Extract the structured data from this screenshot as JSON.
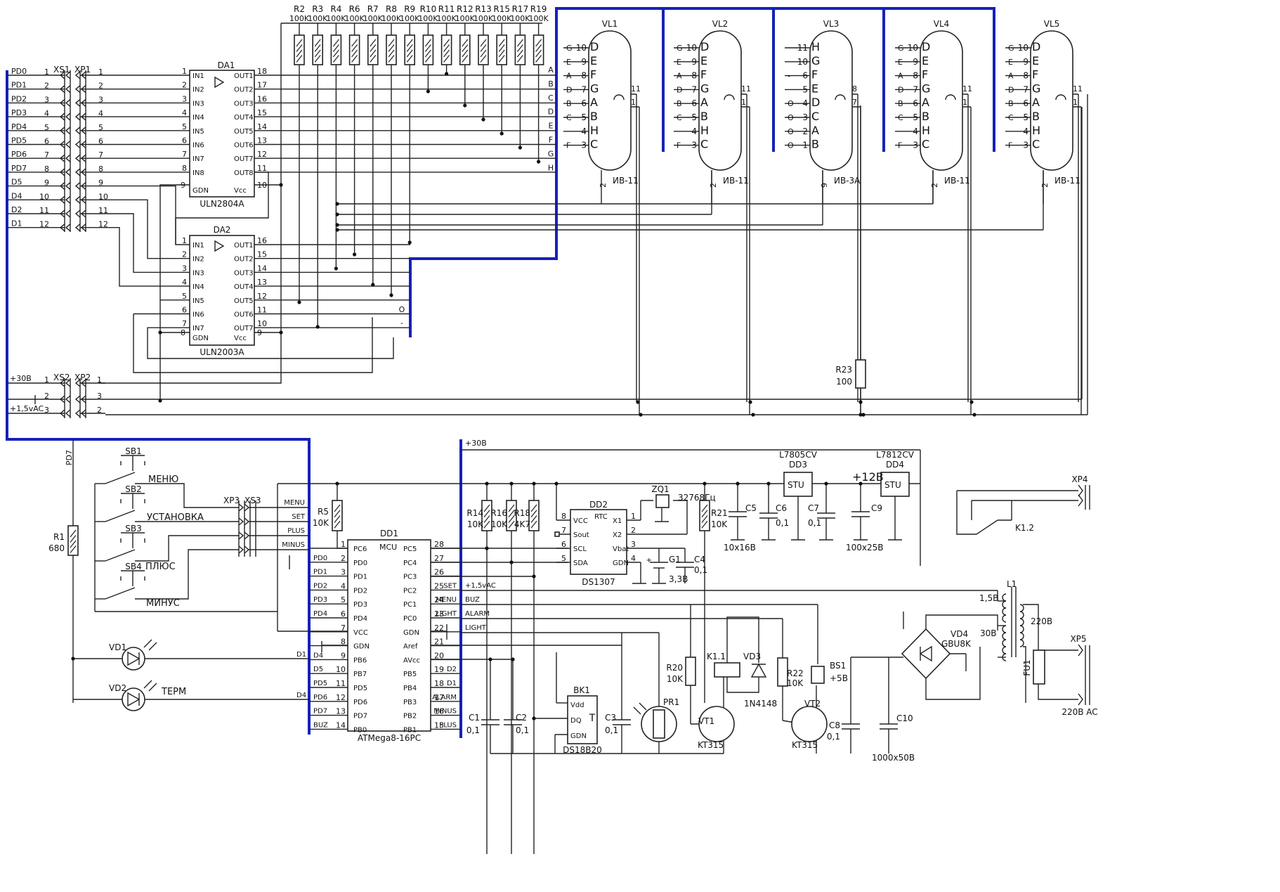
{
  "connectors": {
    "xs1": "XS1",
    "xp1": "XP1",
    "xs2": "XS2",
    "xp2": "XP2",
    "xp3": "XP3",
    "xs3": "XS3",
    "xp4": "XP4",
    "xp5": "XP5"
  },
  "top_signals": [
    "PD0",
    "PD1",
    "PD2",
    "PD3",
    "PD4",
    "PD5",
    "PD6",
    "PD7",
    "D5",
    "D4",
    "D2",
    "D1"
  ],
  "top_pins": [
    "1",
    "2",
    "3",
    "4",
    "5",
    "6",
    "7",
    "8",
    "9",
    "10",
    "11",
    "12"
  ],
  "power_left": [
    "+30В",
    "",
    "+1,5vAC"
  ],
  "power_pins_xs2": [
    "1",
    "2",
    "3"
  ],
  "power_pins_xp2": [
    "1",
    "3",
    "2"
  ],
  "da1": {
    "ref": "DA1",
    "part": "ULN2804A",
    "in_pins": [
      "IN1",
      "IN2",
      "IN3",
      "IN4",
      "IN5",
      "IN6",
      "IN7",
      "IN8"
    ],
    "in_nums": [
      "1",
      "2",
      "3",
      "4",
      "5",
      "6",
      "7",
      "8"
    ],
    "out_pins": [
      "OUT1",
      "OUT2",
      "OUT3",
      "OUT4",
      "OUT5",
      "OUT6",
      "OUT7",
      "OUT8"
    ],
    "out_nums": [
      "18",
      "17",
      "16",
      "15",
      "14",
      "13",
      "12",
      "11"
    ],
    "gnd": "GDN",
    "gnd_num": "9",
    "vcc": "Vcc",
    "vcc_num": "10"
  },
  "da2": {
    "ref": "DA2",
    "part": "ULN2003A",
    "in_pins": [
      "IN1",
      "IN2",
      "IN3",
      "IN4",
      "IN5",
      "IN6",
      "IN7"
    ],
    "in_nums": [
      "1",
      "2",
      "3",
      "4",
      "5",
      "6",
      "7"
    ],
    "out_pins": [
      "OUT1",
      "OUT2",
      "OUT3",
      "OUT4",
      "OUT5",
      "OUT6",
      "OUT7"
    ],
    "out_nums": [
      "16",
      "15",
      "14",
      "13",
      "12",
      "11",
      "10"
    ],
    "gnd": "GDN",
    "gnd_num": "8",
    "vcc": "Vcc",
    "vcc_num": "9"
  },
  "resistor_bank": {
    "refs": [
      "R2",
      "R3",
      "R4",
      "R6",
      "R7",
      "R8",
      "R9",
      "R10",
      "R11",
      "R12",
      "R13",
      "R15",
      "R17",
      "R19"
    ],
    "value": "100K"
  },
  "segment_labels": [
    "A",
    "B",
    "C",
    "D",
    "E",
    "F",
    "G",
    "H"
  ],
  "da2_out_labels": [
    "O",
    "-"
  ],
  "tubes": [
    {
      "ref": "VL1",
      "type": "ИВ-11",
      "pins": [
        [
          "G",
          "10",
          "D"
        ],
        [
          "E",
          "9",
          "E"
        ],
        [
          "A",
          "8",
          "F"
        ],
        [
          "D",
          "7",
          "G"
        ],
        [
          "B",
          "6",
          "A"
        ],
        [
          "C",
          "5",
          "B"
        ],
        [
          "",
          "4",
          "H"
        ],
        [
          "F",
          "3",
          "C"
        ]
      ],
      "grid": "11",
      "cathode": "1",
      "heater": "2"
    },
    {
      "ref": "VL2",
      "type": "ИВ-11",
      "pins": [
        [
          "G",
          "10",
          "D"
        ],
        [
          "E",
          "9",
          "E"
        ],
        [
          "A",
          "8",
          "F"
        ],
        [
          "D",
          "7",
          "G"
        ],
        [
          "B",
          "6",
          "A"
        ],
        [
          "C",
          "5",
          "B"
        ],
        [
          "",
          "4",
          "H"
        ],
        [
          "F",
          "3",
          "C"
        ]
      ],
      "grid": "11",
      "cathode": "1",
      "heater": "2"
    },
    {
      "ref": "VL3",
      "type": "ИВ-3А",
      "pins": [
        [
          "",
          "11",
          "H"
        ],
        [
          "",
          "10",
          "G"
        ],
        [
          "-",
          "6",
          "F"
        ],
        [
          "",
          "5",
          "E"
        ],
        [
          "O",
          "4",
          "D"
        ],
        [
          "O",
          "3",
          "C"
        ],
        [
          "O",
          "2",
          "A"
        ],
        [
          "O",
          "1",
          "B"
        ]
      ],
      "grid": "8",
      "cathode": "7",
      "heater": "9"
    },
    {
      "ref": "VL4",
      "type": "ИВ-11",
      "pins": [
        [
          "G",
          "10",
          "D"
        ],
        [
          "E",
          "9",
          "E"
        ],
        [
          "A",
          "8",
          "F"
        ],
        [
          "D",
          "7",
          "G"
        ],
        [
          "B",
          "6",
          "A"
        ],
        [
          "C",
          "5",
          "B"
        ],
        [
          "",
          "4",
          "H"
        ],
        [
          "F",
          "3",
          "C"
        ]
      ],
      "grid": "11",
      "cathode": "1",
      "heater": "2"
    },
    {
      "ref": "VL5",
      "type": "ИВ-11",
      "pins": [
        [
          "G",
          "10",
          "D"
        ],
        [
          "E",
          "9",
          "E"
        ],
        [
          "A",
          "8",
          "F"
        ],
        [
          "D",
          "7",
          "G"
        ],
        [
          "B",
          "6",
          "A"
        ],
        [
          "C",
          "5",
          "B"
        ],
        [
          "",
          "4",
          "H"
        ],
        [
          "F",
          "3",
          "C"
        ]
      ],
      "grid": "11",
      "cathode": "1",
      "heater": "2"
    }
  ],
  "r23": {
    "ref": "R23",
    "value": "100"
  },
  "r1": {
    "ref": "R1",
    "value": "680"
  },
  "pd7_label": "PD7",
  "buttons": [
    {
      "ref": "SB1",
      "label": "МЕНЮ"
    },
    {
      "ref": "SB2",
      "label": "УСТАНОВКА"
    },
    {
      "ref": "SB3",
      "label": "ПЛЮС"
    },
    {
      "ref": "SB4",
      "label": "МИНУС"
    }
  ],
  "xp3_signals": [
    "MENU",
    "SET",
    "PLUS",
    "MINUS"
  ],
  "leds": [
    {
      "ref": "VD1",
      "label": "",
      "net": "D1"
    },
    {
      "ref": "VD2",
      "label": "ТЕРМ",
      "net": "D4"
    }
  ],
  "r5": {
    "ref": "R5",
    "value": "10K"
  },
  "dd1": {
    "ref": "DD1",
    "part": "ATMega8-16PC",
    "core": "MCU",
    "left_pins": [
      [
        "PC6",
        ""
      ],
      [
        "PD0",
        "2"
      ],
      [
        "PD1",
        "3"
      ],
      [
        "PD2",
        "4"
      ],
      [
        "PD3",
        "5"
      ],
      [
        "PD4",
        "6"
      ],
      [
        "VCC",
        "7"
      ],
      [
        "GDN",
        "8"
      ],
      [
        "PB6",
        "9"
      ],
      [
        "PB7",
        "10"
      ],
      [
        "PD5",
        "11"
      ],
      [
        "PD6",
        "12"
      ],
      [
        "PD7",
        "13"
      ],
      [
        "PB0",
        "14"
      ]
    ],
    "left_first_num": "1",
    "right_pins": [
      [
        "PC5",
        "28"
      ],
      [
        "PC4",
        "27"
      ],
      [
        "PC3",
        "26"
      ],
      [
        "PC2",
        "25"
      ],
      [
        "PC1",
        "24"
      ],
      [
        "PC0",
        "23"
      ],
      [
        "GDN",
        "22"
      ],
      [
        "Aref",
        "21"
      ],
      [
        "AVcc",
        "20"
      ],
      [
        "PB5",
        "19"
      ],
      [
        "PB4",
        "18"
      ],
      [
        "PB3",
        "17"
      ],
      [
        "PB2",
        "16"
      ],
      [
        "PB1",
        "15"
      ]
    ],
    "left_nets": [
      "",
      "PD0",
      "PD1",
      "PD2",
      "PD3",
      "PD4",
      "",
      "",
      "D4",
      "D5",
      "PD5",
      "PD6",
      "PD7",
      "BUZ"
    ],
    "right_nets": [
      "",
      "",
      "",
      "SET",
      "MENU",
      "LIGHT",
      "",
      "",
      "",
      "D2",
      "D1",
      "ALARM",
      "MINUS",
      "PLUS"
    ]
  },
  "right_net_labels": [
    "+1,5vAC",
    "BUZ",
    "ALARM",
    "LIGHT"
  ],
  "rails": {
    "plus30": "+30В",
    "plus12": "+12В"
  },
  "r14": {
    "ref": "R14",
    "value": "10K"
  },
  "r16": {
    "ref": "R16",
    "value": "10K"
  },
  "r18": {
    "ref": "R18",
    "value": "4K7"
  },
  "dd2": {
    "ref": "DD2",
    "part": "DS1307",
    "left": [
      [
        "VCC",
        "8"
      ],
      [
        "Sout",
        "7"
      ],
      [
        "SCL",
        "6"
      ],
      [
        "SDA",
        "5"
      ]
    ],
    "right": [
      [
        "X1",
        "1"
      ],
      [
        "X2",
        "2"
      ],
      [
        "Vbat",
        "3"
      ],
      [
        "GDN",
        "4"
      ]
    ],
    "rtc": "RTC"
  },
  "zq1": {
    "ref": "ZQ1",
    "value": "32768Гц"
  },
  "g1": {
    "ref": "G1",
    "value": "3,3В"
  },
  "c4": {
    "ref": "C4",
    "value": "0,1"
  },
  "r21": {
    "ref": "R21",
    "value": "10K"
  },
  "dd3": {
    "ref": "DD3",
    "part": "L7805CV",
    "body": "STU"
  },
  "dd4": {
    "ref": "DD4",
    "part": "L7812CV",
    "body": "STU"
  },
  "c5": {
    "ref": "C5",
    "value": "10x16В"
  },
  "c6": {
    "ref": "C6",
    "value": "0,1"
  },
  "c7": {
    "ref": "C7",
    "value": "0,1"
  },
  "c9": {
    "ref": "C9",
    "value": "100x25В"
  },
  "relay_contact": {
    "ref": "K1.2"
  },
  "relay_coil": {
    "ref": "K1.1"
  },
  "vd3": {
    "ref": "VD3",
    "part": "1N4148"
  },
  "r20": {
    "ref": "R20",
    "value": "10K"
  },
  "r22": {
    "ref": "R22",
    "value": "10K"
  },
  "bs1": {
    "ref": "BS1",
    "value": "+5В"
  },
  "vt1": {
    "ref": "VT1",
    "part": "KT315"
  },
  "vt2": {
    "ref": "VT2",
    "part": "KT315"
  },
  "bk1": {
    "ref": "BK1",
    "part": "DS18B20",
    "pins": [
      "Vdd",
      "DQ",
      "GDN"
    ],
    "sym": "T"
  },
  "pr1": {
    "ref": "PR1"
  },
  "c1": {
    "ref": "C1",
    "value": "0,1"
  },
  "c2": {
    "ref": "C2",
    "value": "0,1"
  },
  "c3": {
    "ref": "C3",
    "value": "0,1"
  },
  "c8": {
    "ref": "C8",
    "value": "0,1"
  },
  "c10": {
    "ref": "C10",
    "value": "1000x50В"
  },
  "vd4": {
    "ref": "VD4",
    "part": "GBU8K"
  },
  "l1": {
    "ref": "L1",
    "taps": [
      "1,5В",
      "30В",
      "220В"
    ]
  },
  "fu1": {
    "ref": "FU1"
  },
  "mains": "220В AC"
}
